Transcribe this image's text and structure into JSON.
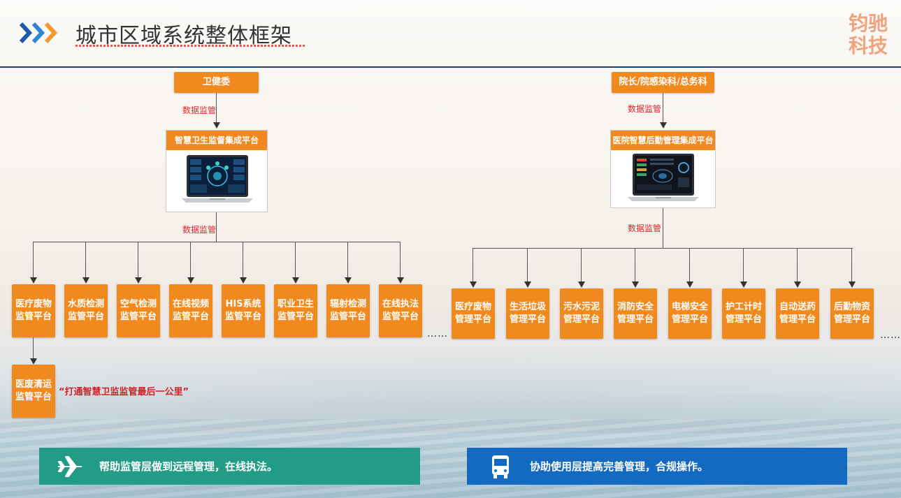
{
  "header": {
    "title": "城市区域系统整体框架",
    "logo_line1": "钧驰",
    "logo_line2": "科技",
    "chevron_colors": [
      "#1d5aa8",
      "#2d86d6",
      "#f29a2e"
    ]
  },
  "left": {
    "top_node": "卫健委",
    "flow_label_1": "数据监管",
    "platform_title": "智慧卫生监督集成平台",
    "flow_label_2": "数据监管",
    "children": [
      {
        "line1": "医疗废物",
        "line2": "监管平台"
      },
      {
        "line1": "水质检测",
        "line2": "监管平台"
      },
      {
        "line1": "空气检测",
        "line2": "监管平台"
      },
      {
        "line1": "在线视频",
        "line2": "监管平台"
      },
      {
        "line1": "HIS系统",
        "line2": "监管平台"
      },
      {
        "line1": "职业卫生",
        "line2": "监管平台"
      },
      {
        "line1": "辐射检测",
        "line2": "监管平台"
      },
      {
        "line1": "在线执法",
        "line2": "监管平台"
      }
    ],
    "sub_node": {
      "line1": "医废清运",
      "line2": "监管平台"
    },
    "slogan": "“打通智慧卫监监管最后一公里”",
    "ellipsis": "……"
  },
  "right": {
    "top_node": "院长/院感染科/总务科",
    "flow_label_1": "数据监管",
    "platform_title": "医院智慧后勤管理集成平台",
    "flow_label_2": "数据监管",
    "children": [
      {
        "line1": "医疗废物",
        "line2": "管理平台"
      },
      {
        "line1": "生活垃圾",
        "line2": "管理平台"
      },
      {
        "line1": "污水污泥",
        "line2": "管理平台"
      },
      {
        "line1": "消防安全",
        "line2": "管理平台"
      },
      {
        "line1": "电梯安全",
        "line2": "管理平台"
      },
      {
        "line1": "护工计时",
        "line2": "管理平台"
      },
      {
        "line1": "自动送药",
        "line2": "管理平台"
      },
      {
        "line1": "后勤物资",
        "line2": "管理平台"
      }
    ],
    "ellipsis": "……"
  },
  "banners": [
    {
      "text": "帮助监管层做到远程管理，在线执法。",
      "color": "#229c86",
      "icon": "airplane-icon"
    },
    {
      "text": "协助使用层提高完善管理，合规操作。",
      "color": "#1469c0",
      "icon": "bus-icon"
    }
  ],
  "colors": {
    "node_orange": "#f08a1e",
    "label_red": "#e0262c",
    "header_rule": "#1f3f66"
  }
}
